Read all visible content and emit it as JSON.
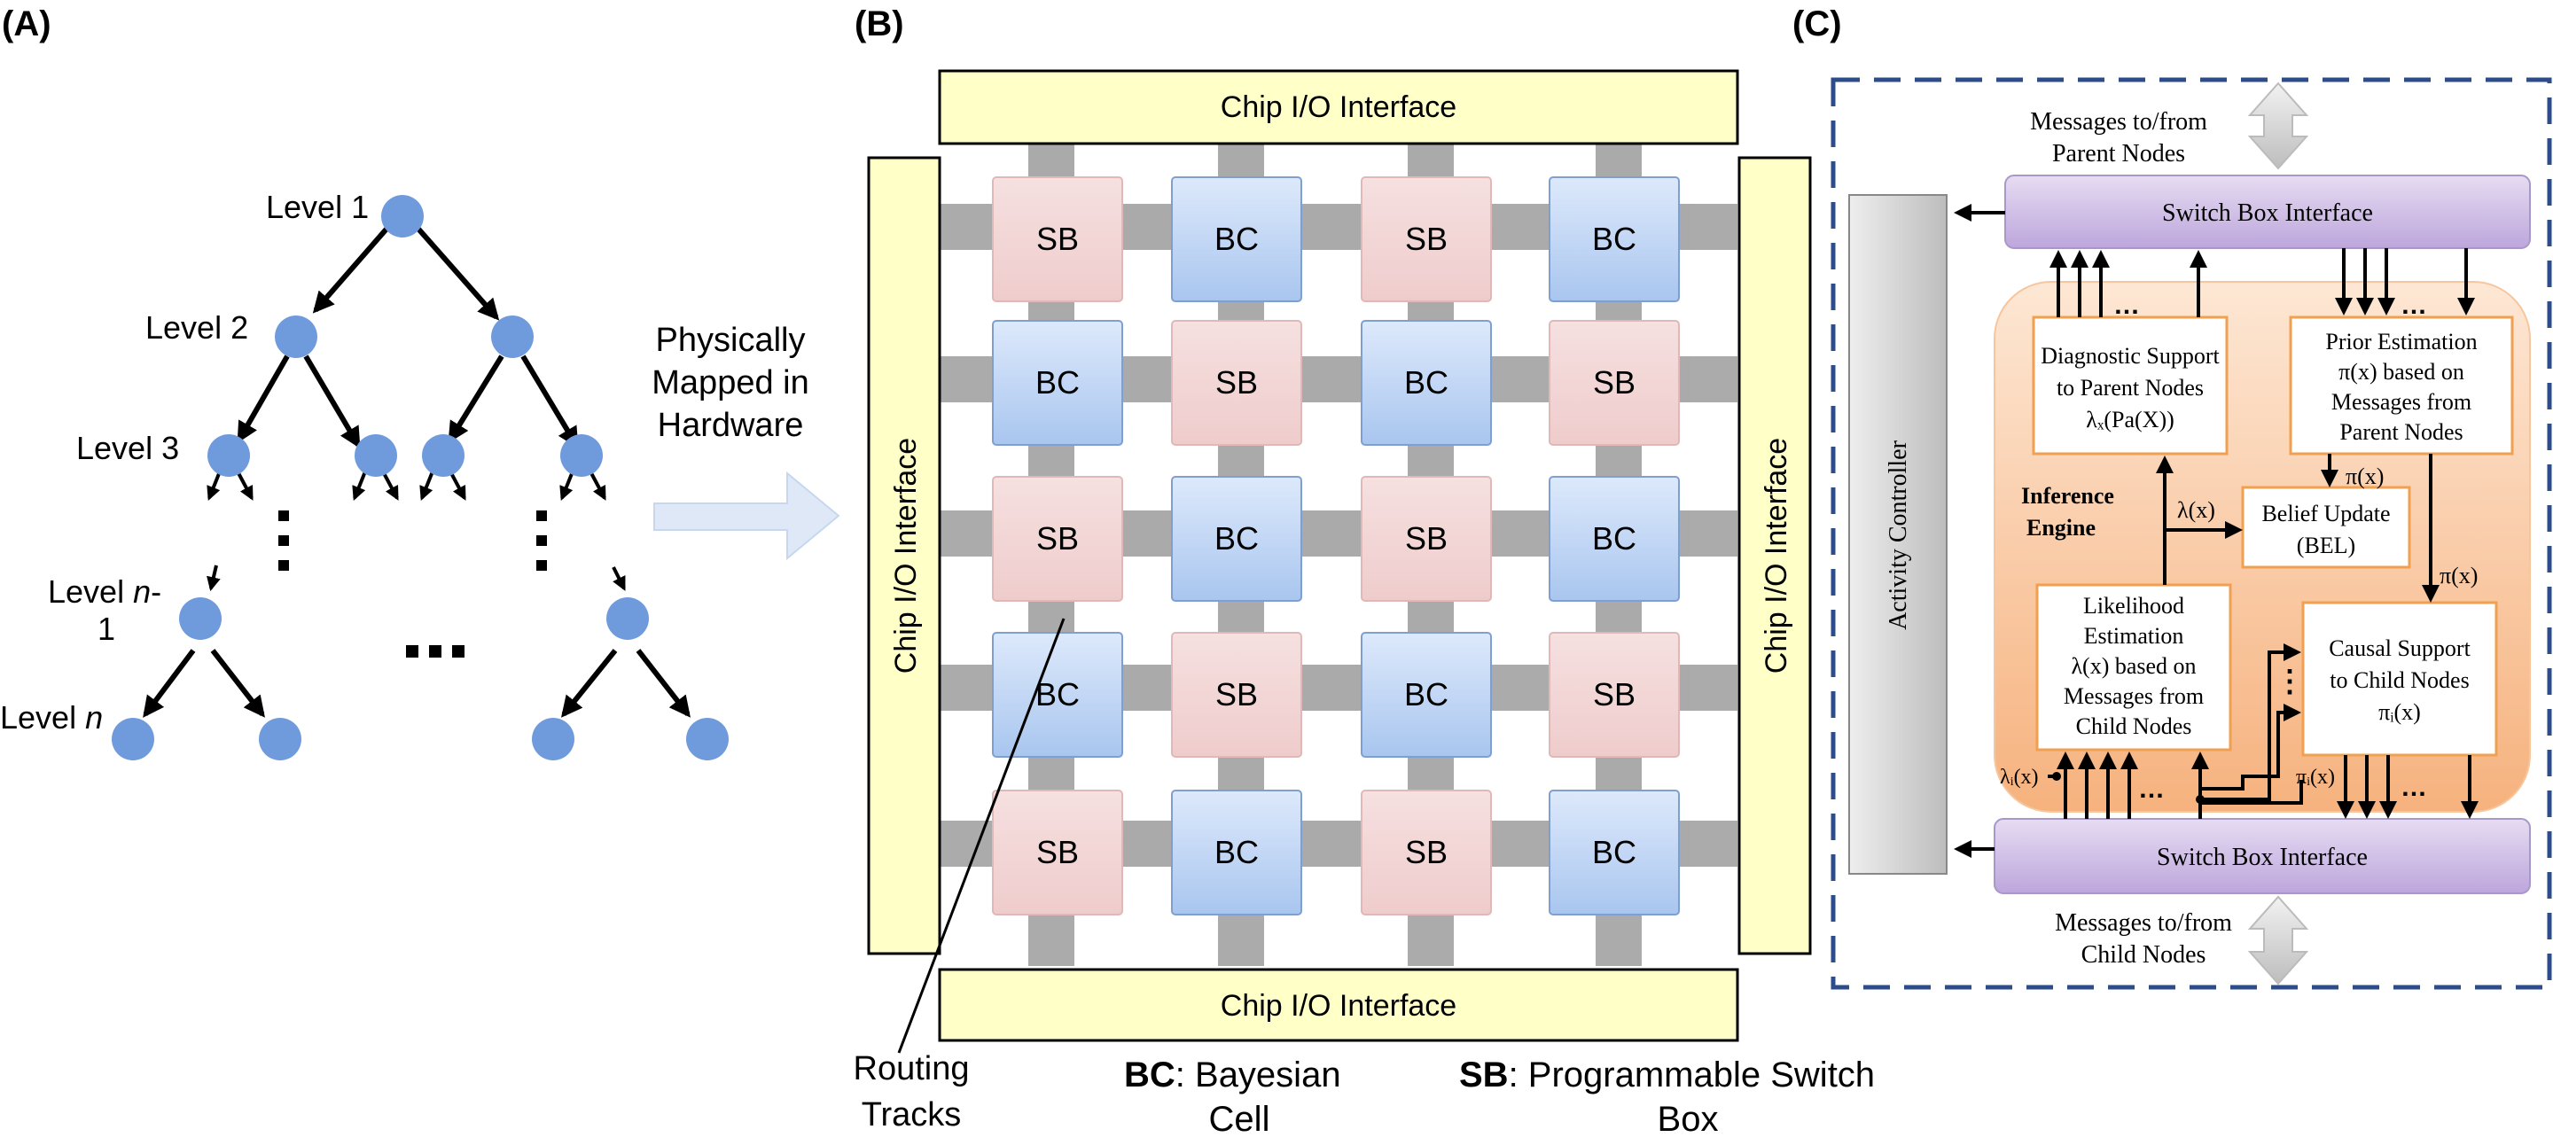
{
  "panel_a": {
    "label": "(A)",
    "level1": "Level 1",
    "level2": "Level 2",
    "level3": "Level 3",
    "level_n1_a": "Level ",
    "level_n1_b": "n",
    "level_n1_c": "-",
    "level_n1_d": "1",
    "level_n_a": "Level ",
    "level_n_b": "n",
    "dots": "⋮",
    "hdots": "…",
    "mapped_line1": "Physically",
    "mapped_line2": "Mapped in",
    "mapped_line3": "Hardware"
  },
  "panel_b": {
    "label": "(B)",
    "chip_io": "Chip I/O Interface",
    "grid": [
      [
        "SB",
        "BC",
        "SB",
        "BC"
      ],
      [
        "BC",
        "SB",
        "BC",
        "SB"
      ],
      [
        "SB",
        "BC",
        "SB",
        "BC"
      ],
      [
        "BC",
        "SB",
        "BC",
        "SB"
      ],
      [
        "SB",
        "BC",
        "SB",
        "BC"
      ]
    ],
    "routing_line1": "Routing",
    "routing_line2": "Tracks",
    "bc_bold": "BC",
    "bc_desc_line1": ": Bayesian",
    "bc_desc_line2": "Cell",
    "sb_bold": "SB",
    "sb_desc_line1": ": Programmable Switch",
    "sb_desc_line2": "Box"
  },
  "panel_c": {
    "label": "(C)",
    "parent_msgs_line1": "Messages to/from",
    "parent_msgs_line2": "Parent  Nodes",
    "child_msgs_line1": "Messages to/from",
    "child_msgs_line2": "Child Nodes",
    "switch_box_top": "Switch Box Interface",
    "switch_box_bottom": "Switch Box Interface",
    "activity_controller": "Activity Controller",
    "inference_line1": "Inference",
    "inference_line2": "Engine",
    "diag_line1": "Diagnostic Support",
    "diag_line2": "to Parent Nodes",
    "diag_line3": "λₓ(Pa(X))",
    "prior_line1": "Prior Estimation",
    "prior_line2": "π(x) based on",
    "prior_line3": "Messages from",
    "prior_line4": "Parent Nodes",
    "belief_line1": "Belief Update",
    "belief_line2": "(BEL)",
    "lik_line1": "Likelihood",
    "lik_line2": "Estimation",
    "lik_line3": "λ(x) based on",
    "lik_line4": "Messages from",
    "lik_line5": "Child Nodes",
    "causal_line1": "Causal Support",
    "causal_line2": "to Child Nodes",
    "causal_line3": "πᵢ(x)",
    "pi_x": "π(x)",
    "lambda_x": "λ(x)",
    "lambda_i": "λᵢ(x)",
    "pi_i": "πᵢ(x)",
    "dots": "…",
    "vdots": "⋮"
  },
  "colors": {
    "node": "#6f9bdc",
    "chip_io_fill": "#ffffc8",
    "sb_fill": "#f2d2d2",
    "bc_fill": "#c4d8f4",
    "track": "#a6a6a6",
    "dashed_border": "#2d4c8c",
    "switch_fill": "#c8b4e0",
    "engine_fill": "#f8c69a",
    "box_border": "#f0a050"
  }
}
